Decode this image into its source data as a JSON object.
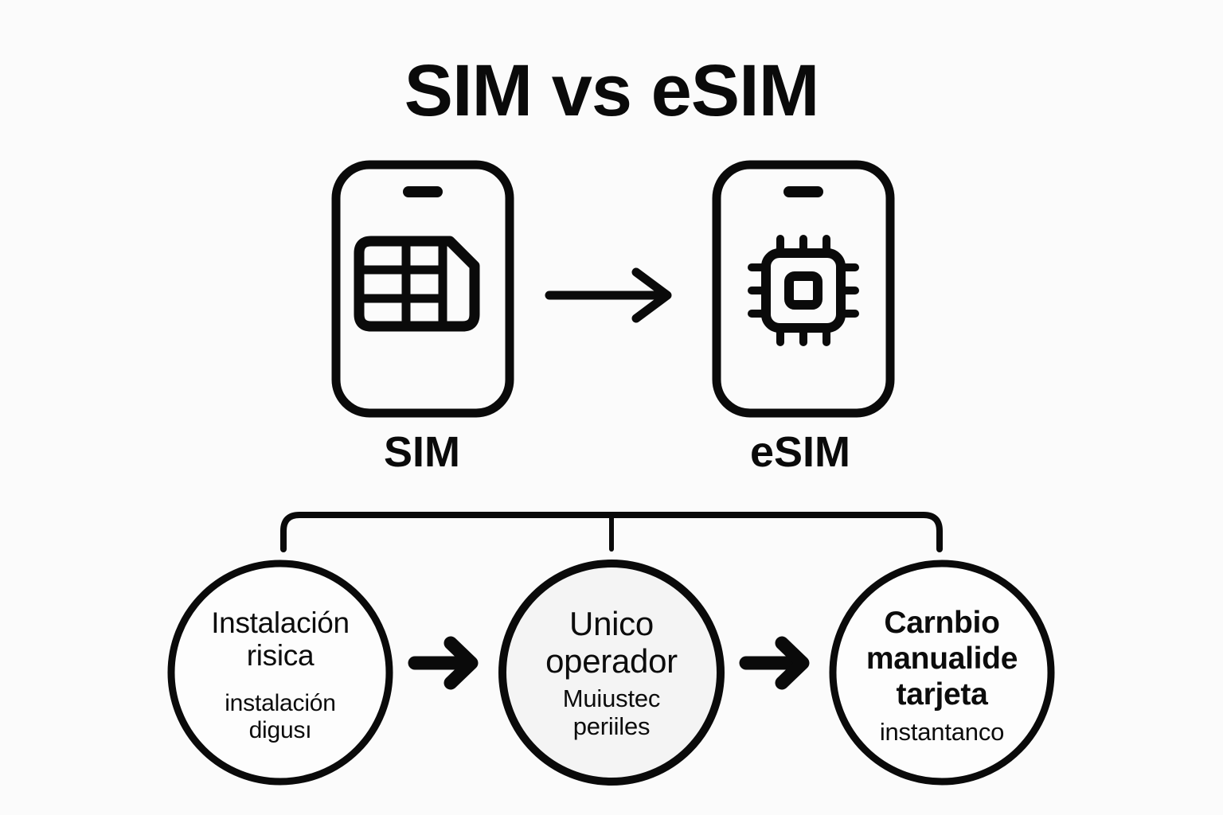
{
  "page": {
    "title": "SIM vs eSIM",
    "background_color": "#fbfbfb",
    "stroke_color": "#000000"
  },
  "devices": [
    {
      "label": "SIM",
      "icon": "sim-card-icon",
      "device_icon": "smartphone-icon"
    },
    {
      "label": "eSIM",
      "icon": "chip-icon",
      "device_icon": "smartphone-icon"
    }
  ],
  "transition": {
    "arrow": "arrow-right-icon"
  },
  "flow": {
    "bracket": "bracket-connector",
    "steps": [
      {
        "primary": "Instalación",
        "primary2": "risica",
        "secondary": "instalación",
        "secondary2": "digusı",
        "fill": "#fdfdfd"
      },
      {
        "primary": "Unico",
        "primary2": "operador",
        "secondary": "Muiustec",
        "secondary2": "periiles",
        "fill": "#f4f4f4"
      },
      {
        "primary": "Carnbio",
        "primary2": "manualide",
        "primary3": "tarjeta",
        "secondary": "instantanco",
        "fill": "#fdfdfd"
      }
    ],
    "arrows": [
      "arrow-right-icon",
      "arrow-right-icon"
    ]
  }
}
